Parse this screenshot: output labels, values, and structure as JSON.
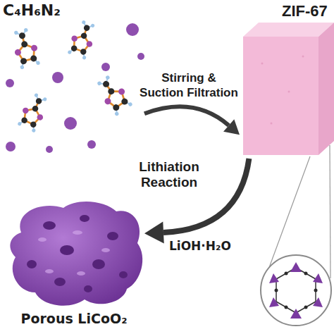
{
  "diagram": {
    "nodes": [
      {
        "text": [
          "C₄H₆N₂"
        ]
      },
      {
        "text": [
          "ZIF-67"
        ]
      },
      {
        "text": [
          "Porous LiCoO₂"
        ]
      }
    ],
    "edges": [
      {
        "from": 0,
        "to": 1,
        "arrow": "to",
        "label": "Stirring & Suction Filtration"
      },
      {
        "from": 1,
        "to": 2,
        "arrow": "to",
        "label": "Lithiation Reaction"
      }
    ],
    "labels": [
      "LiOH·H₂O"
    ]
  }
}
